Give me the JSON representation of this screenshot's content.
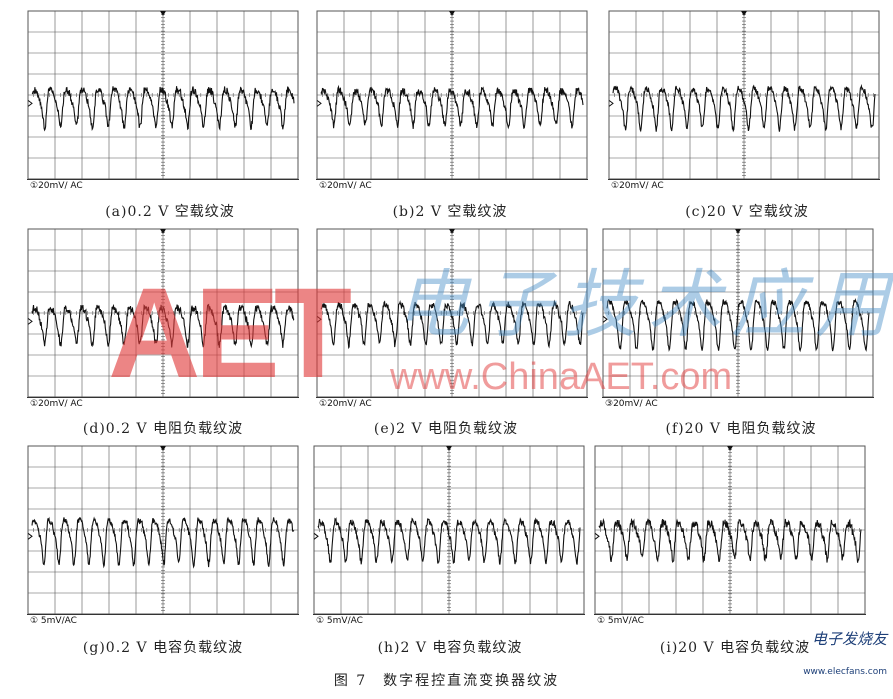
{
  "figure_title": "图 7　数字程控直流变换器纹波",
  "watermark": {
    "big": "AET",
    "cn": "电子技术应用",
    "url": "www.ChinaAET.com"
  },
  "logo": {
    "text": "电子发烧友",
    "url": "www.elecfans.com"
  },
  "colors": {
    "grid": "#555555",
    "trace": "#111111",
    "watermark_red": "#e23b3b",
    "watermark_blue": "#4a90c8"
  },
  "chart_data": [
    {
      "type": "line",
      "caption": "(a)0.2 V 空载纹波",
      "scale_label": "①20mV/ AC",
      "grid": true,
      "divisions": [
        10,
        8
      ],
      "series": [
        {
          "cycles_on_screen": 16.5,
          "amplitude_div": 1.0,
          "offset_div": -0.4,
          "noise": 0.18
        }
      ]
    },
    {
      "type": "line",
      "caption": "(b)2 V 空载纹波",
      "scale_label": "①20mV/ AC",
      "grid": true,
      "divisions": [
        10,
        8
      ],
      "series": [
        {
          "cycles_on_screen": 16.5,
          "amplitude_div": 0.95,
          "offset_div": -0.4,
          "noise": 0.18
        }
      ]
    },
    {
      "type": "line",
      "caption": "(c)20 V 空载纹波",
      "scale_label": "①20mV/ AC",
      "grid": true,
      "divisions": [
        10,
        8
      ],
      "series": [
        {
          "cycles_on_screen": 17,
          "amplitude_div": 1.1,
          "offset_div": -0.4,
          "noise": 0.15
        }
      ]
    },
    {
      "type": "line",
      "caption": "(d)0.2 V 电阻负载纹波",
      "scale_label": "①20mV/ AC",
      "grid": true,
      "divisions": [
        10,
        8
      ],
      "series": [
        {
          "cycles_on_screen": 16.5,
          "amplitude_div": 1.0,
          "offset_div": -0.4,
          "noise": 0.18
        }
      ]
    },
    {
      "type": "line",
      "caption": "(e)2 V 电阻负载纹波",
      "scale_label": "①20mV/ AC",
      "grid": true,
      "divisions": [
        10,
        8
      ],
      "series": [
        {
          "cycles_on_screen": 17,
          "amplitude_div": 1.1,
          "offset_div": -0.3,
          "noise": 0.15
        }
      ]
    },
    {
      "type": "line",
      "caption": "(f)20 V 电阻负载纹波",
      "scale_label": "③20mV/ AC",
      "grid": true,
      "divisions": [
        10,
        8
      ],
      "series": [
        {
          "cycles_on_screen": 16,
          "amplitude_div": 1.3,
          "offset_div": -0.3,
          "noise": 0.12
        }
      ]
    },
    {
      "type": "line",
      "caption": "(g)0.2 V 电容负载纹波",
      "scale_label": "① 5mV/AC",
      "grid": true,
      "divisions": [
        10,
        8
      ],
      "series": [
        {
          "cycles_on_screen": 17.5,
          "amplitude_div": 1.2,
          "offset_div": -0.3,
          "noise": 0.15
        }
      ]
    },
    {
      "type": "line",
      "caption": "(h)2 V 电容负载纹波",
      "scale_label": "① 5mV/AC",
      "grid": true,
      "divisions": [
        10,
        8
      ],
      "series": [
        {
          "cycles_on_screen": 17,
          "amplitude_div": 1.1,
          "offset_div": -0.3,
          "noise": 0.15
        }
      ]
    },
    {
      "type": "line",
      "caption": "(i)20 V 电容负载纹波",
      "scale_label": "① 5mV/AC",
      "grid": true,
      "divisions": [
        10,
        8
      ],
      "series": [
        {
          "cycles_on_screen": 17,
          "amplitude_div": 1.0,
          "offset_div": -0.3,
          "noise": 0.2
        }
      ]
    }
  ]
}
